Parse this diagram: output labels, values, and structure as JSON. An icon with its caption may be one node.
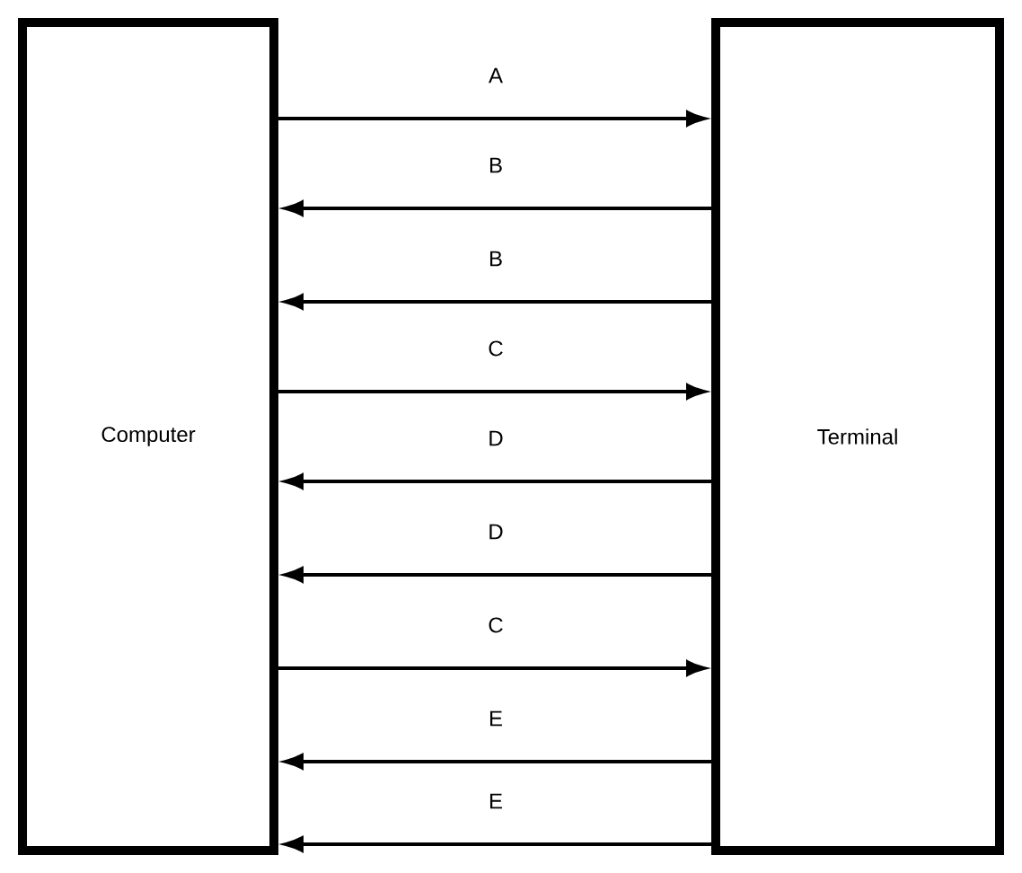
{
  "diagram": {
    "nodes": [
      {
        "text": [
          "Computer"
        ]
      },
      {
        "text": [
          "Terminal"
        ]
      }
    ],
    "edges": [
      {
        "from": 0,
        "to": 1,
        "arrow": "to",
        "label": "A"
      },
      {
        "from": 1,
        "to": 0,
        "arrow": "to",
        "label": "B"
      },
      {
        "from": 1,
        "to": 0,
        "arrow": "to",
        "label": "B"
      },
      {
        "from": 0,
        "to": 1,
        "arrow": "to",
        "label": "C"
      },
      {
        "from": 1,
        "to": 0,
        "arrow": "to",
        "label": "D"
      },
      {
        "from": 1,
        "to": 0,
        "arrow": "to",
        "label": "D"
      },
      {
        "from": 0,
        "to": 1,
        "arrow": "to",
        "label": "C"
      },
      {
        "from": 1,
        "to": 0,
        "arrow": "to",
        "label": "E"
      },
      {
        "from": 1,
        "to": 0,
        "arrow": "to",
        "label": "E"
      }
    ]
  }
}
